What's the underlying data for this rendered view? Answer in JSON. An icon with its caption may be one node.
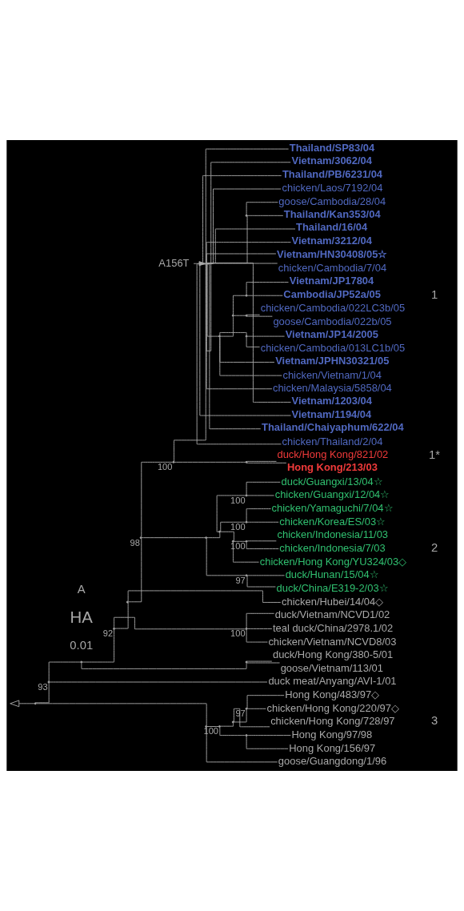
{
  "diagram": {
    "nodes": [
      {
        "text": [
          "Thailand/SP83/04"
        ]
      },
      {
        "text": [
          "Vietnam/3062/04"
        ]
      },
      {
        "text": [
          "Thailand/PB/6231/04"
        ]
      },
      {
        "text": [
          "chicken/Laos/7192/04"
        ]
      },
      {
        "text": [
          "goose/Cambodia/28/04"
        ]
      },
      {
        "text": [
          "Thailand/Kan353/04"
        ]
      },
      {
        "text": [
          "Thailand/16/04"
        ]
      },
      {
        "text": [
          "Vietnam/3212/04"
        ]
      },
      {
        "text": [
          "Vietnam/HN30408/05☆"
        ]
      },
      {
        "text": [
          "chicken/Cambodia/7/04"
        ]
      },
      {
        "text": [
          "Vietnam/JP17804"
        ]
      },
      {
        "text": [
          "Cambodia/JP52a/05"
        ]
      },
      {
        "text": [
          "chicken/Cambodia/022LC3b/05"
        ]
      },
      {
        "text": [
          "goose/Cambodia/022b/05"
        ]
      },
      {
        "text": [
          "Vietnam/JP14/2005"
        ]
      },
      {
        "text": [
          "chicken/Cambodia/013LC1b/05"
        ]
      },
      {
        "text": [
          "Vietnam/JPHN30321/05"
        ]
      },
      {
        "text": [
          "chicken/Vietnam/1/04"
        ]
      },
      {
        "text": [
          "chicken/Malaysia/5858/04"
        ]
      },
      {
        "text": [
          "Vietnam/1203/04"
        ]
      },
      {
        "text": [
          "Vietnam/1194/04"
        ]
      },
      {
        "text": [
          "Thailand/Chaiyaphum/622/04"
        ]
      },
      {
        "text": [
          "chicken/Thailand/2/04"
        ]
      },
      {
        "text": [
          "duck/Hong Kong/821/02"
        ]
      },
      {
        "text": [
          "Hong Kong/213/03"
        ]
      },
      {
        "text": [
          "duck/Guangxi/13/04☆"
        ]
      },
      {
        "text": [
          "chicken/Guangxi/12/04☆"
        ]
      },
      {
        "text": [
          "chicken/Yamaguchi/7/04☆"
        ]
      },
      {
        "text": [
          "chicken/Korea/ES/03☆"
        ]
      },
      {
        "text": [
          "chicken/Indonesia/11/03"
        ]
      },
      {
        "text": [
          "chicken/Indonesia/7/03"
        ]
      },
      {
        "text": [
          "chicken/Hong Kong/YU324/03◇"
        ]
      },
      {
        "text": [
          "duck/Hunan/15/04☆"
        ]
      },
      {
        "text": [
          "duck/China/E319-2/03☆"
        ]
      },
      {
        "text": [
          "chicken/Hubei/14/04◇"
        ]
      },
      {
        "text": [
          "duck/Vietnam/NCVD1/02"
        ]
      },
      {
        "text": [
          "teal duck/China/2978.1/02"
        ]
      },
      {
        "text": [
          "chicken/Vietnam/NCVD8/03"
        ]
      },
      {
        "text": [
          "duck/Hong Kong/380-5/01"
        ]
      },
      {
        "text": [
          "goose/Vietnam/113/01"
        ]
      },
      {
        "text": [
          "duck meat/Anyang/AVI-1/01"
        ]
      },
      {
        "text": [
          "Hong Kong/483/97◇"
        ]
      },
      {
        "text": [
          "chicken/Hong Kong/220/97◇"
        ]
      },
      {
        "text": [
          "chicken/Hong Kong/728/97"
        ]
      },
      {
        "text": [
          "Hong Kong/97/98"
        ]
      },
      {
        "text": [
          "Hong Kong/156/97"
        ]
      },
      {
        "text": [
          "goose/Guangdong/1/96"
        ]
      },
      {
        "text": [],
        "shape": "point"
      },
      {
        "text": [],
        "shape": "point",
        "beside": [
          "93"
        ]
      },
      {
        "text": [],
        "shape": "point"
      },
      {
        "text": [],
        "shape": "point",
        "beside": [
          "92"
        ]
      },
      {
        "text": [],
        "shape": "point"
      },
      {
        "text": [],
        "shape": "point",
        "beside": [
          "98"
        ]
      },
      {
        "text": [],
        "shape": "point",
        "beside": [
          "100"
        ]
      },
      {
        "text": [],
        "shape": "point"
      },
      {
        "text": [],
        "shape": "point"
      },
      {
        "text": [],
        "shape": "point"
      },
      {
        "text": [],
        "shape": "point"
      },
      {
        "text": [],
        "shape": "point"
      },
      {
        "text": [],
        "shape": "point"
      },
      {
        "text": [],
        "shape": "point"
      },
      {
        "text": [],
        "shape": "point"
      },
      {
        "text": [],
        "shape": "point"
      },
      {
        "text": [],
        "shape": "point"
      },
      {
        "text": [],
        "shape": "point",
        "beside": [
          "100"
        ]
      },
      {
        "text": [],
        "shape": "point",
        "beside": [
          "100"
        ]
      },
      {
        "text": [],
        "shape": "point"
      },
      {
        "text": [],
        "shape": "point",
        "beside": [
          "100"
        ]
      },
      {
        "text": [],
        "shape": "point",
        "beside": [
          "97"
        ]
      },
      {
        "text": [],
        "shape": "point",
        "beside": [
          "100"
        ]
      },
      {
        "text": [],
        "shape": "point"
      },
      {
        "text": [],
        "shape": "point"
      },
      {
        "text": [],
        "shape": "point",
        "beside": [
          "100"
        ]
      },
      {
        "text": [],
        "shape": "point"
      },
      {
        "text": [],
        "shape": "point",
        "beside": [
          "97"
        ]
      },
      {
        "text": [],
        "shape": "point"
      },
      {
        "text": [
          "A156T"
        ]
      }
    ],
    "edges": [
      {
        "from": 47,
        "to": null,
        "arrow": "to"
      },
      {
        "from": 47,
        "to": 48,
        "arrow": "none"
      },
      {
        "from": 47,
        "to": 71,
        "arrow": "none"
      },
      {
        "from": 48,
        "to": 49,
        "arrow": "none"
      },
      {
        "from": 48,
        "to": 40,
        "arrow": "none"
      },
      {
        "from": 49,
        "to": 50,
        "arrow": "none"
      },
      {
        "from": 49,
        "to": 70,
        "arrow": "none"
      },
      {
        "from": 50,
        "to": 51,
        "arrow": "none"
      },
      {
        "from": 50,
        "to": 69,
        "arrow": "none"
      },
      {
        "from": 51,
        "to": 52,
        "arrow": "none"
      },
      {
        "from": 51,
        "to": 34,
        "arrow": "none"
      },
      {
        "from": 52,
        "to": 53,
        "arrow": "none"
      },
      {
        "from": 52,
        "to": 62,
        "arrow": "none"
      },
      {
        "from": 53,
        "to": 54,
        "arrow": "none"
      },
      {
        "from": 53,
        "to": 61,
        "arrow": "none"
      },
      {
        "from": 54,
        "to": 0,
        "arrow": "none"
      },
      {
        "from": 54,
        "to": 1,
        "arrow": "none"
      },
      {
        "from": 54,
        "to": 2,
        "arrow": "none"
      },
      {
        "from": 54,
        "to": 3,
        "arrow": "none"
      },
      {
        "from": 54,
        "to": 55,
        "arrow": "none"
      },
      {
        "from": 54,
        "to": 6,
        "arrow": "none"
      },
      {
        "from": 54,
        "to": 7,
        "arrow": "none"
      },
      {
        "from": 54,
        "to": 8,
        "arrow": "none"
      },
      {
        "from": 54,
        "to": 9,
        "arrow": "none"
      },
      {
        "from": 54,
        "to": 56,
        "arrow": "none"
      },
      {
        "from": 54,
        "to": 18,
        "arrow": "none"
      },
      {
        "from": 54,
        "to": 19,
        "arrow": "none"
      },
      {
        "from": 54,
        "to": 20,
        "arrow": "none"
      },
      {
        "from": 54,
        "to": 21,
        "arrow": "none"
      },
      {
        "from": 54,
        "to": 22,
        "arrow": "none"
      },
      {
        "from": 55,
        "to": 4,
        "arrow": "none"
      },
      {
        "from": 55,
        "to": 5,
        "arrow": "none"
      },
      {
        "from": 56,
        "to": 57,
        "arrow": "none"
      },
      {
        "from": 56,
        "to": 60,
        "arrow": "none"
      },
      {
        "from": 56,
        "to": 16,
        "arrow": "none"
      },
      {
        "from": 56,
        "to": 17,
        "arrow": "none"
      },
      {
        "from": 57,
        "to": 58,
        "arrow": "none"
      },
      {
        "from": 57,
        "to": 59,
        "arrow": "none"
      },
      {
        "from": 58,
        "to": 10,
        "arrow": "none"
      },
      {
        "from": 58,
        "to": 11,
        "arrow": "none"
      },
      {
        "from": 59,
        "to": 12,
        "arrow": "none"
      },
      {
        "from": 59,
        "to": 13,
        "arrow": "none"
      },
      {
        "from": 60,
        "to": 14,
        "arrow": "none"
      },
      {
        "from": 60,
        "to": 15,
        "arrow": "none"
      },
      {
        "from": 61,
        "to": 23,
        "arrow": "none"
      },
      {
        "from": 61,
        "to": 24,
        "arrow": "none"
      },
      {
        "from": 62,
        "to": 63,
        "arrow": "none"
      },
      {
        "from": 62,
        "to": 68,
        "arrow": "none"
      },
      {
        "from": 63,
        "to": 64,
        "arrow": "none"
      },
      {
        "from": 63,
        "to": 65,
        "arrow": "none"
      },
      {
        "from": 63,
        "to": 66,
        "arrow": "none"
      },
      {
        "from": 64,
        "to": 25,
        "arrow": "none"
      },
      {
        "from": 64,
        "to": 26,
        "arrow": "none"
      },
      {
        "from": 65,
        "to": 27,
        "arrow": "none"
      },
      {
        "from": 65,
        "to": 28,
        "arrow": "none"
      },
      {
        "from": 66,
        "to": 67,
        "arrow": "none"
      },
      {
        "from": 66,
        "to": 31,
        "arrow": "none"
      },
      {
        "from": 67,
        "to": 29,
        "arrow": "none"
      },
      {
        "from": 67,
        "to": 30,
        "arrow": "none"
      },
      {
        "from": 68,
        "to": 32,
        "arrow": "none"
      },
      {
        "from": 68,
        "to": 33,
        "arrow": "none"
      },
      {
        "from": 69,
        "to": 35,
        "arrow": "none"
      },
      {
        "from": 69,
        "to": 36,
        "arrow": "none"
      },
      {
        "from": 69,
        "to": 37,
        "arrow": "none"
      },
      {
        "from": 70,
        "to": 38,
        "arrow": "none"
      },
      {
        "from": 70,
        "to": 39,
        "arrow": "none"
      },
      {
        "from": 71,
        "to": 72,
        "arrow": "none"
      },
      {
        "from": 71,
        "to": 46,
        "arrow": "none"
      },
      {
        "from": 72,
        "to": 73,
        "arrow": "none"
      },
      {
        "from": 72,
        "to": 75,
        "arrow": "none"
      },
      {
        "from": 73,
        "to": 74,
        "arrow": "none"
      },
      {
        "from": 73,
        "to": 43,
        "arrow": "none"
      },
      {
        "from": 74,
        "to": 41,
        "arrow": "none"
      },
      {
        "from": 74,
        "to": 42,
        "arrow": "none"
      },
      {
        "from": 75,
        "to": 44,
        "arrow": "none"
      },
      {
        "from": 75,
        "to": 45,
        "arrow": "none"
      },
      {
        "from": 76,
        "to": 54,
        "arrow": "to"
      }
    ],
    "labels": [
      "A",
      "HA",
      "0.01",
      "1",
      "1*",
      "2",
      "3"
    ]
  }
}
